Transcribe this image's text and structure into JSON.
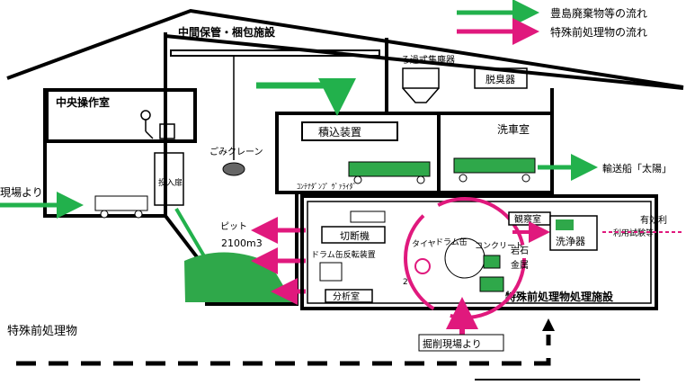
{
  "legend": {
    "green_flow_label": "豊島廃棄物等の流れ",
    "pink_flow_label": "特殊前処理物の流れ",
    "green_color": "#22b14c",
    "pink_color": "#e0197d"
  },
  "facility": {
    "storage_area": "中間保管・梱包施設",
    "control_room": "中央操作室",
    "dust_collector_type": "ろ過式集塵器",
    "dust_collector": "脱臭器",
    "crane": "ごみクレーン",
    "loader": "積込装置",
    "car_wash": "洗車室",
    "container_dumper": "ｺﾝﾃﾅﾀﾞﾝﾌﾟ ｳﾞｧﾗｲﾀﾞ",
    "transport_ship": "輸送船「太陽」",
    "from_site": "現場より",
    "hopper": "投入扉",
    "pit": "ピット",
    "pit_capacity": "2100m3"
  },
  "pretreatment": {
    "title": "特殊前処理物処理施設",
    "cutter": "切断機",
    "drum_rotary": "ドラム缶反転装置",
    "separation": "分析室",
    "tire": "タイヤ",
    "drum_can": "ドラム缶",
    "drum_label": "2",
    "concrete": "コンクリート",
    "rock": "岩石",
    "metal": "金属",
    "inspection": "観察室",
    "washer": "洗浄器",
    "valuables": "有効利",
    "reuse": "利用試験等",
    "from_excavation": "掘削現場より"
  },
  "bottom": {
    "special_label": "特殊前処理物"
  }
}
